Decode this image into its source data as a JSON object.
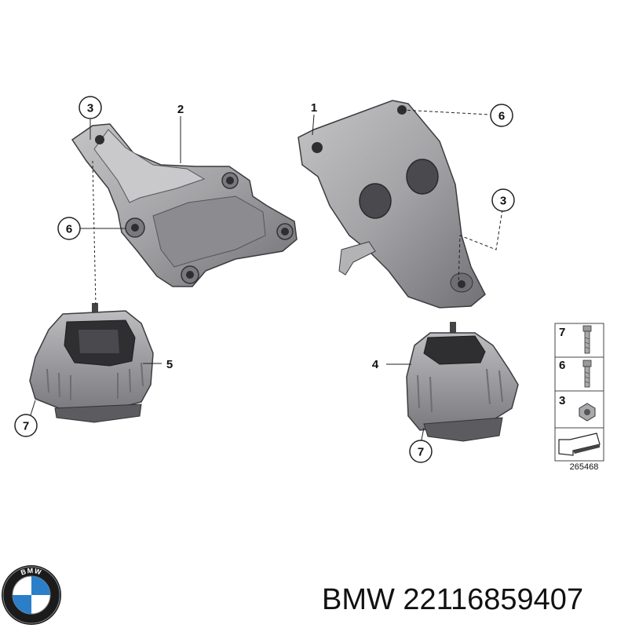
{
  "diagram": {
    "callouts": {
      "c3_top_left": "3",
      "c2": "2",
      "c1": "1",
      "c6_right": "6",
      "c6_left": "6",
      "c3_right": "3",
      "c5": "5",
      "c4": "4",
      "c7_left": "7",
      "c7_right": "7"
    },
    "legend": {
      "items": [
        {
          "num": "7",
          "icon": "bolt-long-icon"
        },
        {
          "num": "6",
          "icon": "bolt-short-icon"
        },
        {
          "num": "3",
          "icon": "hex-nut-icon"
        }
      ],
      "arrow_icon": "front-direction-arrow-icon"
    },
    "diagram_id": "265468"
  },
  "footer": {
    "brand_logo": "bmw-logo",
    "logo_text": "BMW",
    "brand_text": "BMW 22116859407"
  },
  "colors": {
    "part_fill": "#a9a9ab",
    "part_shade": "#7d7d80",
    "part_dark": "#4e4e52",
    "line": "#222222",
    "logo_blue": "#2b7fc8",
    "logo_ring": "#1b1b1b"
  }
}
